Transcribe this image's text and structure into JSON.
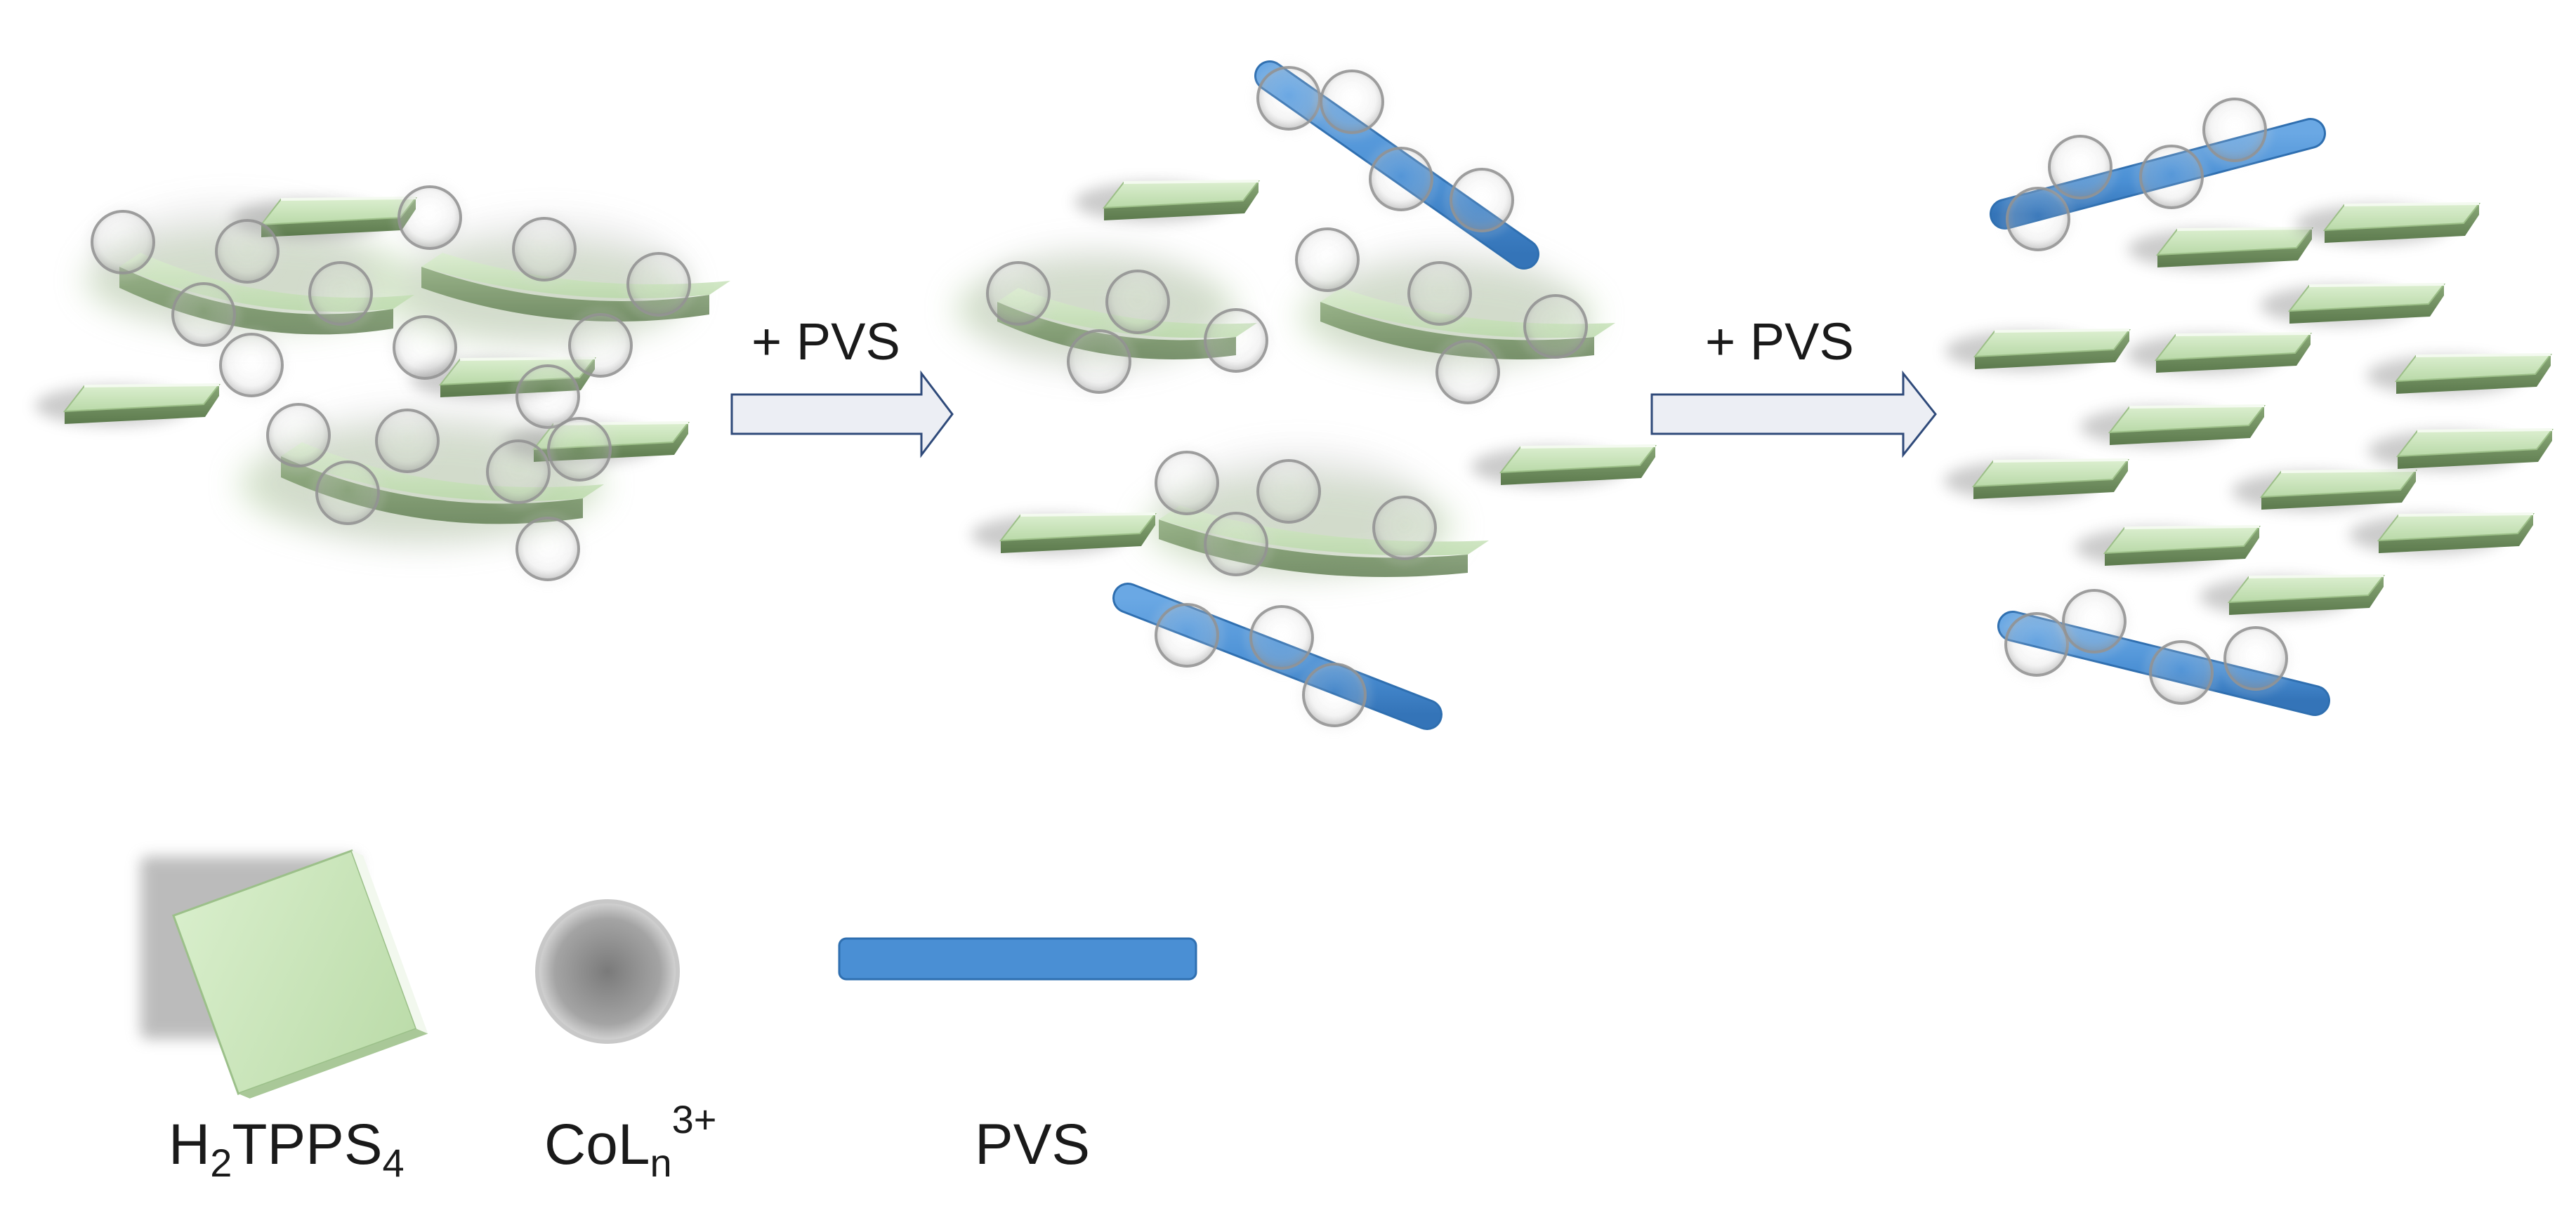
{
  "steps": [
    {
      "arrow_label": "+ PVS"
    },
    {
      "arrow_label": "+ PVS"
    }
  ],
  "legend": [
    {
      "name": "H2TPPS4",
      "label_parts": [
        "H",
        "2",
        "TPPS",
        "4"
      ],
      "shape": "green-square-tile"
    },
    {
      "name": "CoLn3+",
      "label_parts": [
        "CoL",
        "n",
        "3+"
      ],
      "shape": "grey-sphere"
    },
    {
      "name": "PVS",
      "label_parts": [
        "PVS"
      ],
      "shape": "blue-rod"
    }
  ],
  "colors": {
    "tile_top": "#cfe8c2",
    "tile_side": "#6f8f5f",
    "tile_edge": "#4f6e43",
    "sphere": "#9a9a9a",
    "rod": "#4a8fd4",
    "rod_edge": "#2f6fb0",
    "arrow_fill": "#eceef4",
    "arrow_stroke": "#2f4a7a"
  }
}
